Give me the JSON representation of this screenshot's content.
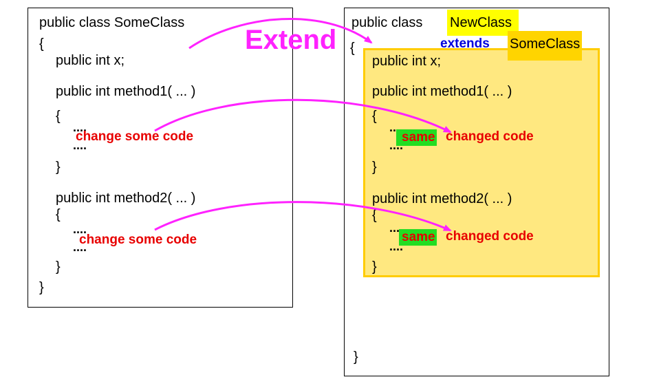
{
  "left": {
    "class_decl": "public class SomeClass",
    "open_brace": "{",
    "field": "public  int x;",
    "method1_sig": "public int method1( ... )",
    "method1_open": "{",
    "dots": "....",
    "method1_change": "change some code",
    "method1_close": "}",
    "method2_sig": "public int method2( ... )",
    "method2_open": "{",
    "method2_change": "change some code",
    "method2_close": "}",
    "close_brace": "}"
  },
  "right": {
    "class_decl_prefix": "public class",
    "class_name": "NewClass",
    "extends_kw": "extends",
    "parent_name": "SomeClass",
    "open_brace": "{",
    "field": "public  int x;",
    "method1_sig": "public int method1( ... )",
    "method1_open": "{",
    "dots": "....",
    "same_label": "same",
    "changed_code": "changed code",
    "method1_close": "}",
    "method2_sig": "public int method2( ... )",
    "method2_open": "{",
    "method2_close": "}",
    "close_brace": "}"
  },
  "extend_label": "Extend",
  "colors": {
    "arrow": "#ff22ff",
    "highlight_newclass": "#ffff00",
    "highlight_parent": "#ffd400",
    "inherited_fill": "#ffe880",
    "inherited_border": "#ffcc00",
    "same_fill": "#22dd22",
    "changed_text": "#e80000",
    "extends_text": "#0000dd"
  }
}
